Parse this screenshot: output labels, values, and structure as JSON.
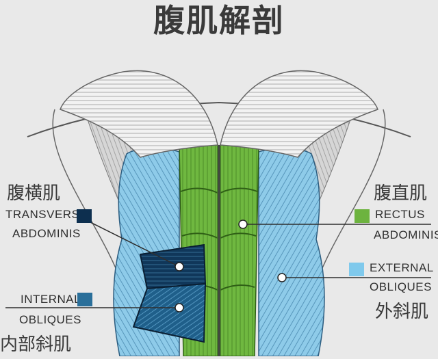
{
  "title": "腹肌解剖",
  "labels": {
    "transverse": {
      "cn": "腹横肌",
      "en1": "TRANSVERSE",
      "en2": "ABDOMINIS",
      "color": "#0d2f4f"
    },
    "rectus": {
      "cn": "腹直肌",
      "en1": "RECTUS",
      "en2": "ABDOMINIS",
      "color": "#6db33f"
    },
    "external": {
      "cn": "外斜肌",
      "en1": "EXTERNAL",
      "en2": "OBLIQUES",
      "color": "#7fc9ec"
    },
    "internal": {
      "cn": "内部斜肌",
      "en1": "INTERNAL",
      "en2": "OBLIQUES",
      "color": "#2a6f9a"
    }
  }
}
